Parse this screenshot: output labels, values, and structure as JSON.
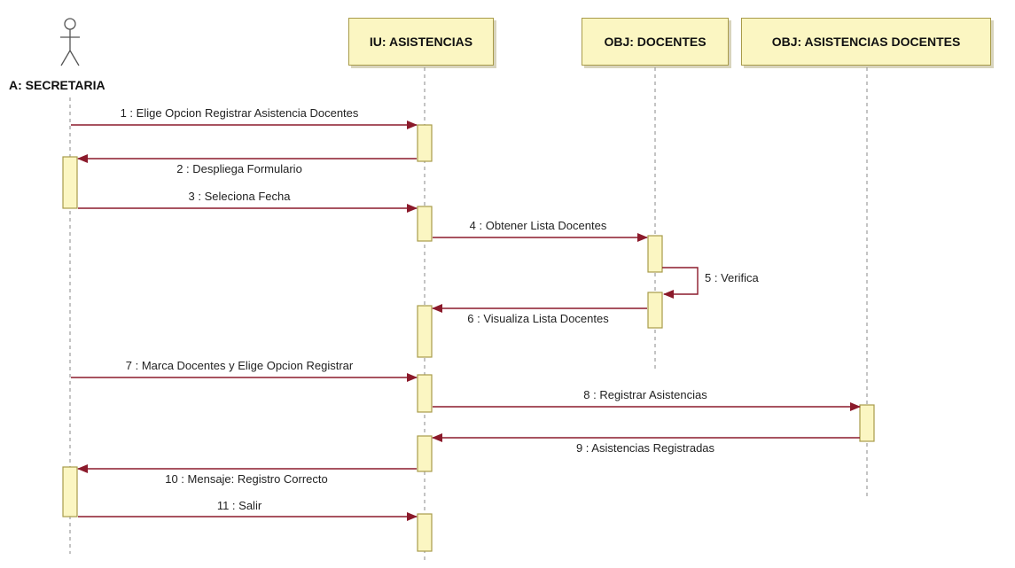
{
  "actor": {
    "label": "A: SECRETARIA",
    "icon": "stick-figure-actor-icon"
  },
  "lifelines": [
    {
      "id": "iu",
      "label": "IU: ASISTENCIAS"
    },
    {
      "id": "docentes",
      "label": "OBJ: DOCENTES"
    },
    {
      "id": "asistencias_docentes",
      "label": "OBJ: ASISTENCIAS DOCENTES"
    }
  ],
  "messages": [
    {
      "from": "actor",
      "to": "iu",
      "label": "1 : Elige Opcion Registrar Asistencia Docentes",
      "kind": "sync"
    },
    {
      "from": "iu",
      "to": "actor",
      "label": "2 : Despliega Formulario",
      "kind": "reply"
    },
    {
      "from": "actor",
      "to": "iu",
      "label": "3 : Seleciona Fecha",
      "kind": "sync"
    },
    {
      "from": "iu",
      "to": "docentes",
      "label": "4 : Obtener Lista Docentes",
      "kind": "sync"
    },
    {
      "from": "docentes",
      "to": "docentes",
      "label": "5 : Verifica",
      "kind": "self"
    },
    {
      "from": "docentes",
      "to": "iu",
      "label": "6 : Visualiza Lista Docentes",
      "kind": "reply"
    },
    {
      "from": "actor",
      "to": "iu",
      "label": "7 : Marca Docentes y Elige Opcion Registrar",
      "kind": "sync"
    },
    {
      "from": "iu",
      "to": "asistencias_docentes",
      "label": "8 : Registrar Asistencias",
      "kind": "sync"
    },
    {
      "from": "asistencias_docentes",
      "to": "iu",
      "label": "9 : Asistencias Registradas",
      "kind": "reply"
    },
    {
      "from": "iu",
      "to": "actor",
      "label": "10 : Mensaje: Registro Correcto",
      "kind": "reply"
    },
    {
      "from": "actor",
      "to": "iu",
      "label": "11 : Salir",
      "kind": "sync"
    }
  ],
  "colors": {
    "arrow": "#8b1a2b",
    "box_fill": "#fbf6c2",
    "box_border": "#a89b4a",
    "lifeline": "#888888",
    "text": "#222222"
  }
}
